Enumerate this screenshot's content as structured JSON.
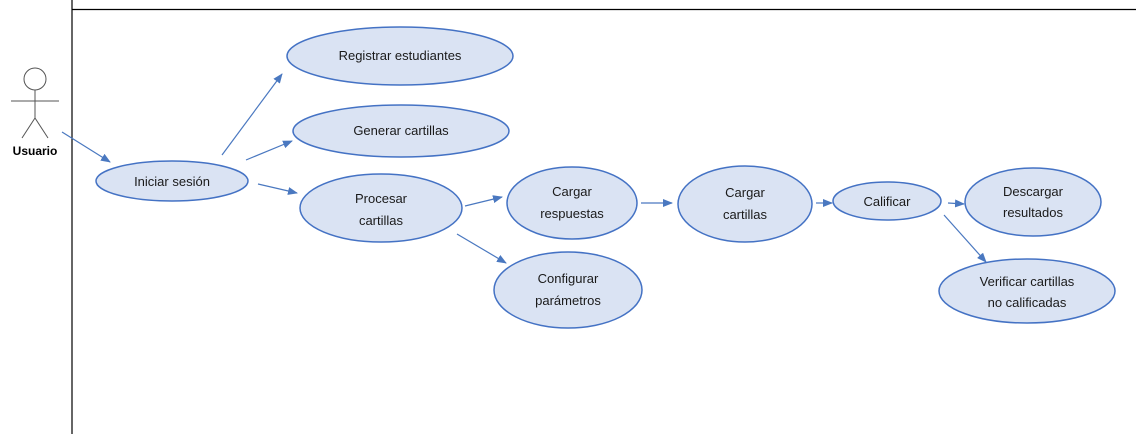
{
  "diagram": {
    "actor": {
      "label": "Usuario",
      "icon": "stick-figure-icon"
    },
    "use_cases": {
      "iniciar": [
        "Iniciar sesión"
      ],
      "registrar": [
        "Registrar estudiantes"
      ],
      "generar": [
        "Generar cartillas"
      ],
      "procesar": [
        "Procesar",
        "cartillas"
      ],
      "respuestas": [
        "Cargar",
        "respuestas"
      ],
      "parametros": [
        "Configurar",
        "parámetros"
      ],
      "cargar": [
        "Cargar",
        "cartillas"
      ],
      "calificar": [
        "Calificar"
      ],
      "descargar": [
        "Descargar",
        "resultados"
      ],
      "verificar": [
        "Verificar cartillas",
        "no calificadas"
      ]
    },
    "colors": {
      "ellipse_fill": "#dae3f3",
      "ellipse_stroke": "#4472c4",
      "arrow": "#4a78c0",
      "frame": "#000000"
    }
  }
}
